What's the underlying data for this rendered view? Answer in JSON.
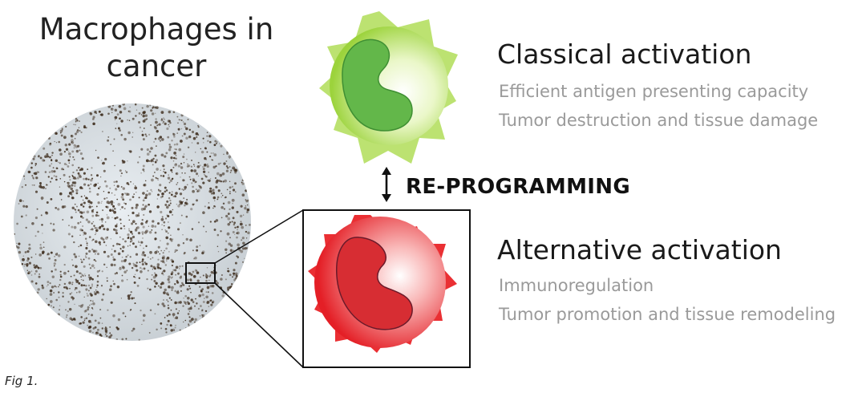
{
  "left_title": {
    "line1": "Macrophages in",
    "line2": "cancer"
  },
  "classical": {
    "title": "Classical activation",
    "points": [
      "Efficient antigen presenting capacity",
      "Tumor destruction and tissue damage"
    ]
  },
  "reprogramming": {
    "label": "RE-PROGRAMMING"
  },
  "alternative": {
    "title": "Alternative activation",
    "points": [
      "Immunoregulation",
      "Tumor promotion and tissue remodeling"
    ]
  },
  "caption": "Fig 1.",
  "colors": {
    "classical_cell": "#a7d84a",
    "classical_nucleus": "#5fb64a",
    "alternative_cell": "#e8292d",
    "alternative_nucleus": "#d93236",
    "stain": "#3b2a1a"
  }
}
